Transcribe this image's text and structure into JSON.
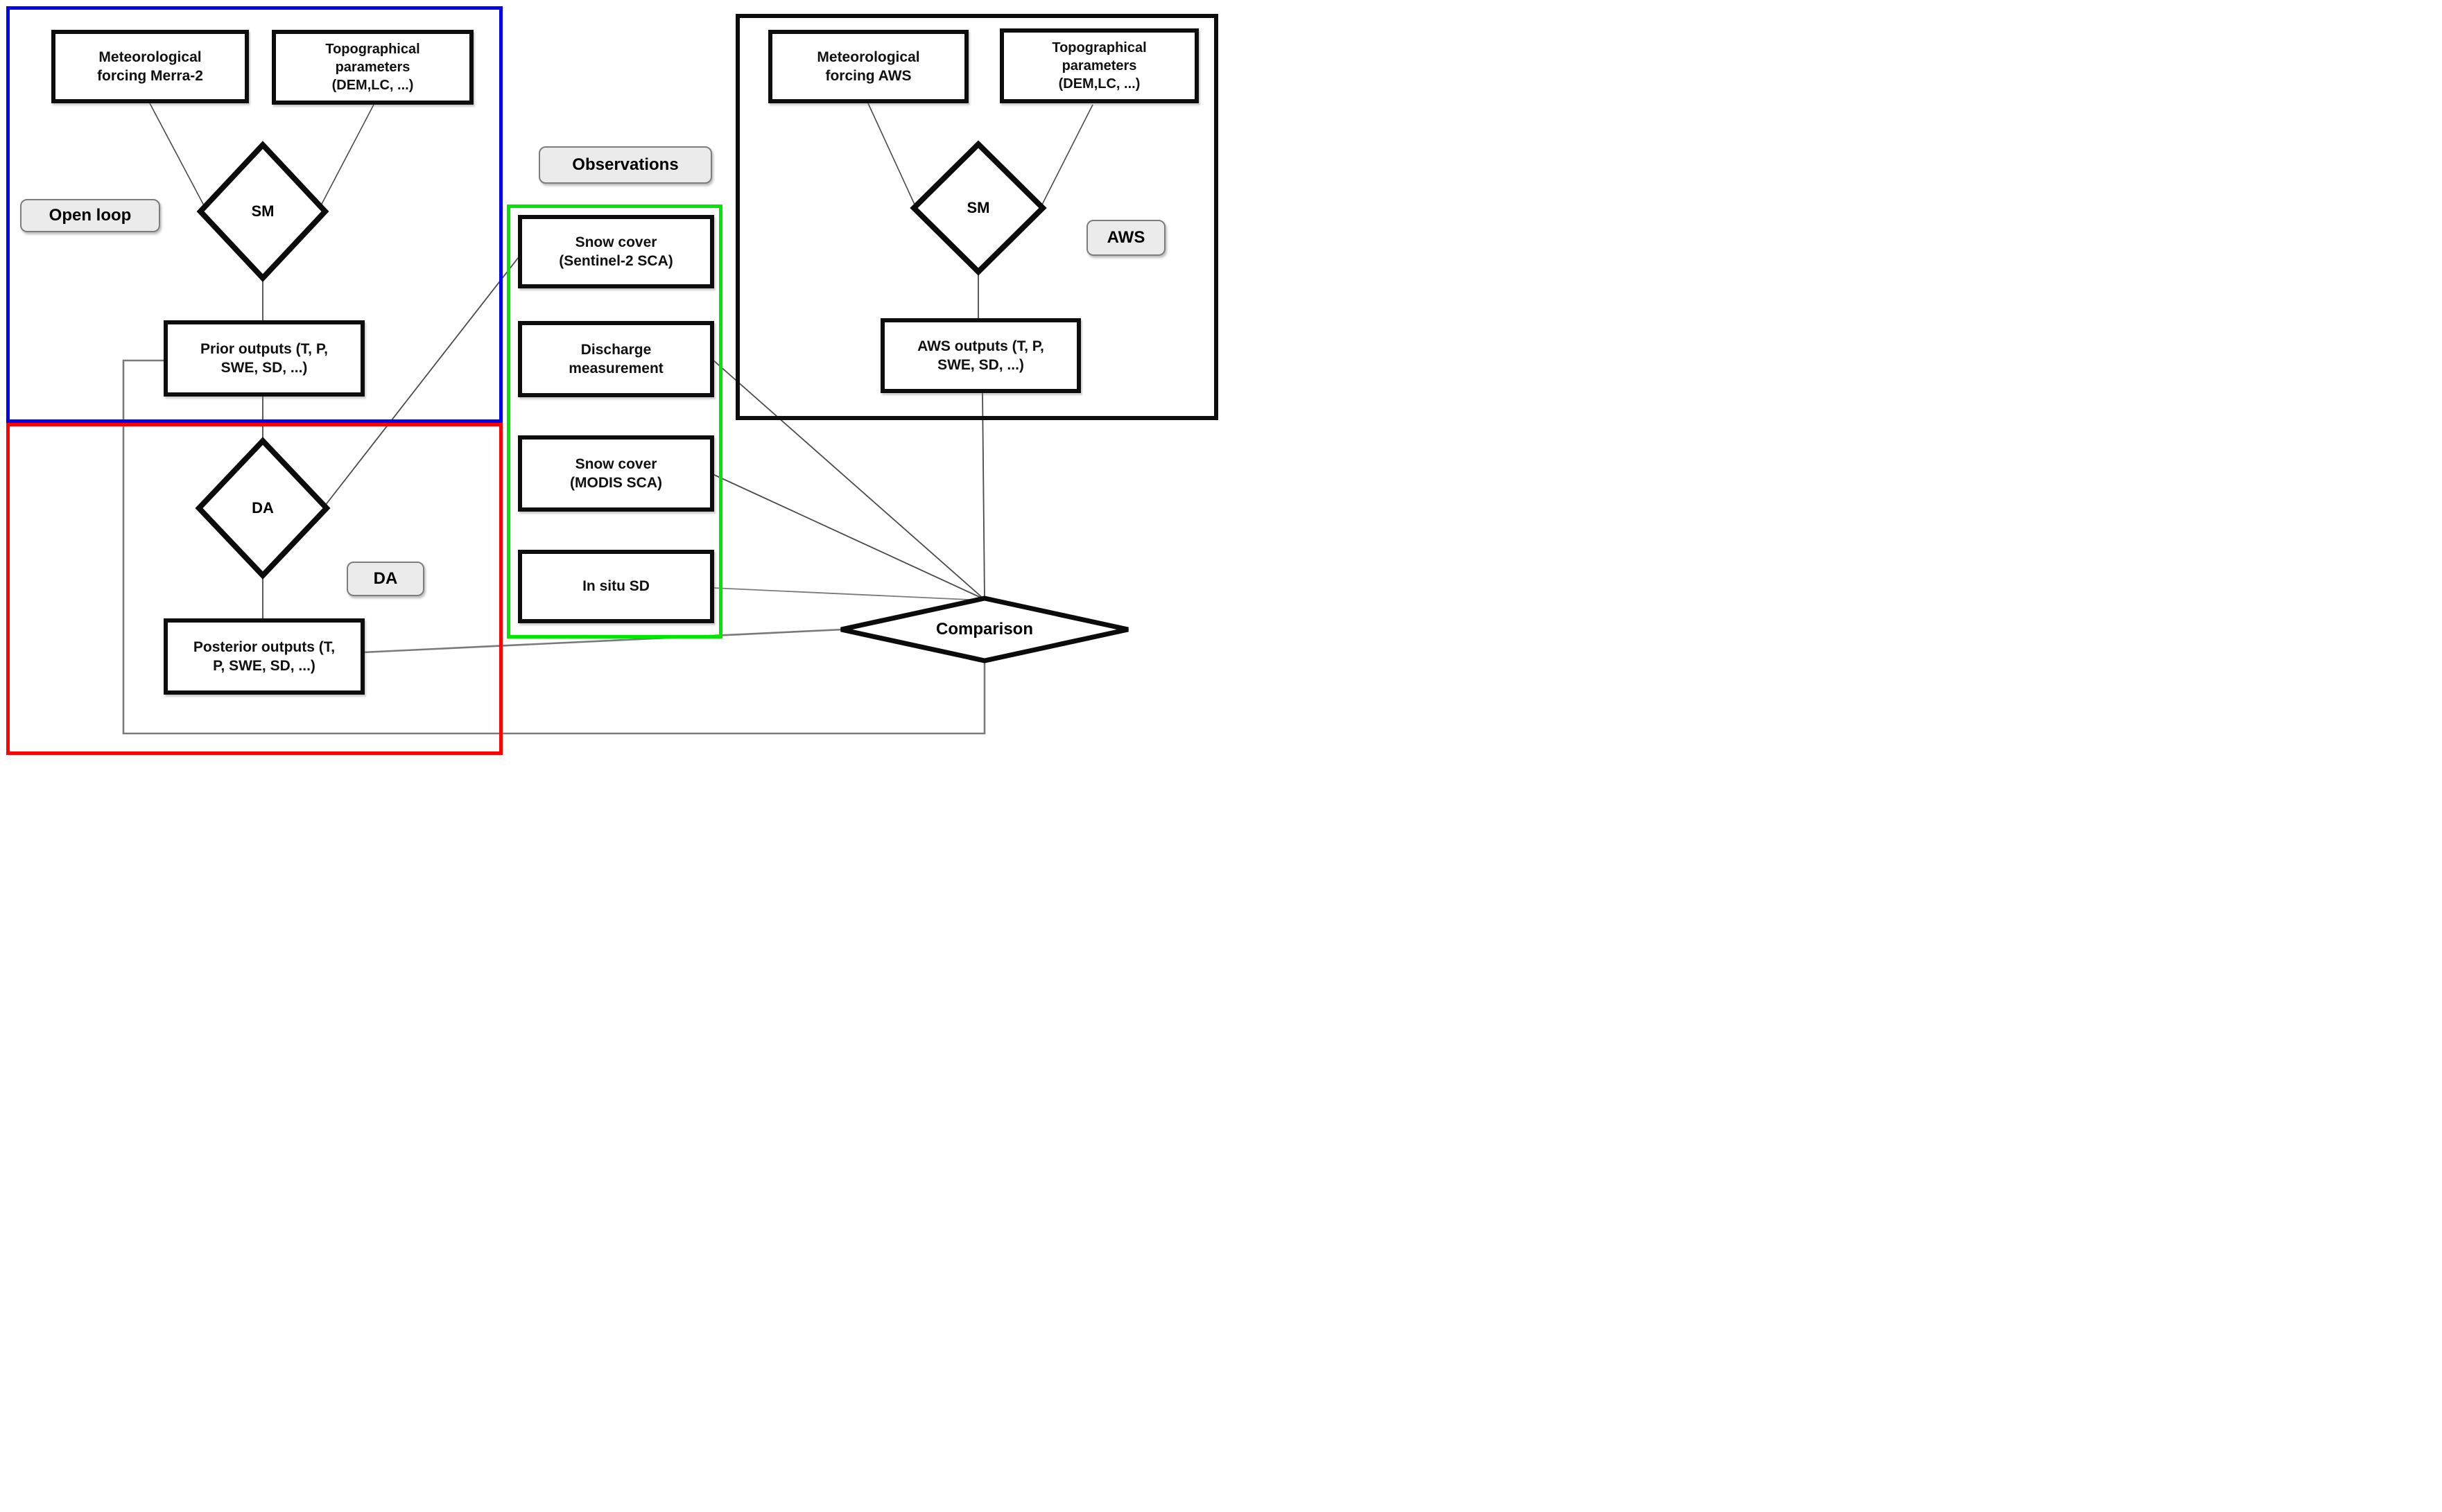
{
  "diagram": {
    "groups": {
      "open_loop": {
        "label": "Open loop",
        "border_color": "#0202f0"
      },
      "da": {
        "label": "DA",
        "border_color": "#fb0303"
      },
      "observations": {
        "label": "Observations",
        "border_color": "#00e800"
      },
      "aws": {
        "label": "AWS",
        "border_color": "#0d0d0d"
      }
    },
    "boxes": {
      "met_merra": "Meteorological forcing Merra-2",
      "topo_left": "Topographical parameters (DEM,LC, ...)",
      "prior": "Prior outputs (T, P, SWE, SD, ...)",
      "posterior": "Posterior outputs (T, P, SWE, SD, ...)",
      "snow_sentinel": "Snow cover (Sentinel-2 SCA)",
      "discharge": "Discharge measurement",
      "snow_modis": "Snow cover (MODIS SCA)",
      "insitu": "In situ SD",
      "met_aws": "Meteorological forcing AWS",
      "topo_right": "Topographical parameters (DEM,LC, ...)",
      "aws_outputs": "AWS outputs (T, P, SWE, SD, ...)"
    },
    "diamonds": {
      "sm_left": "SM",
      "da": "DA",
      "sm_right": "SM",
      "comparison": "Comparison"
    },
    "line_color": "#4a4a4a",
    "feedback_line_color": "#7a7a7a"
  }
}
